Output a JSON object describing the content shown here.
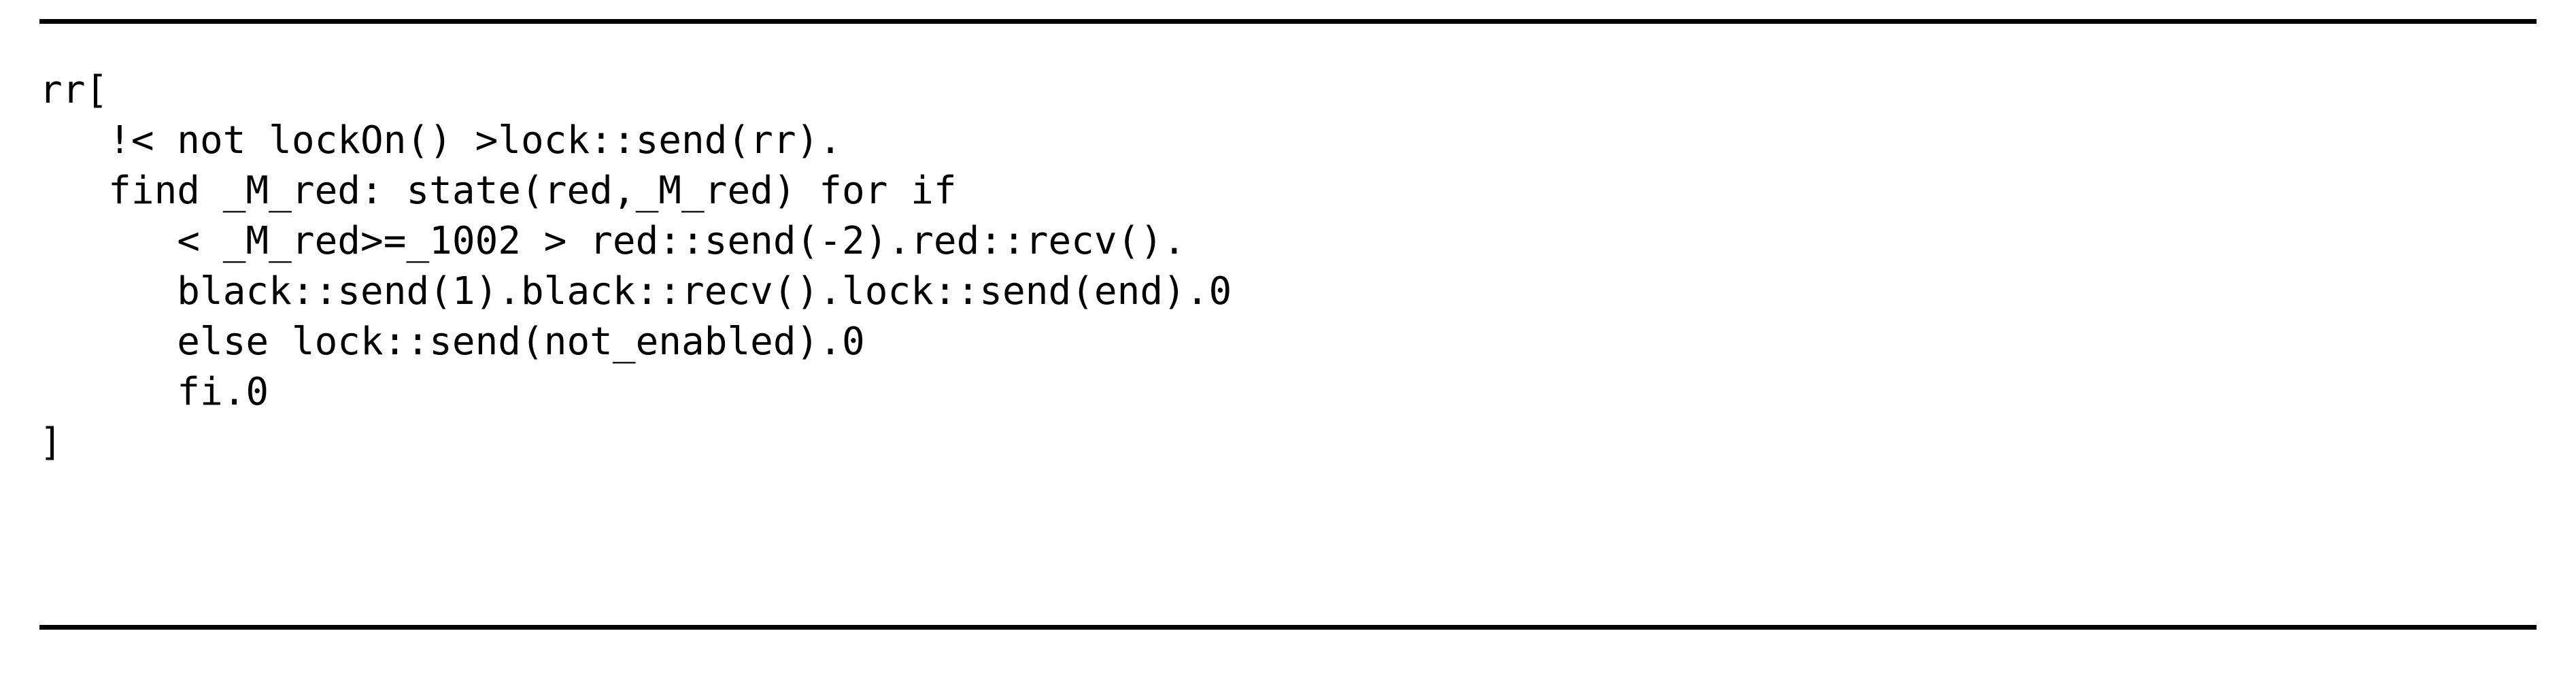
{
  "document": {
    "type": "code-listing",
    "language": "process-algebra",
    "background_color": "#ffffff",
    "text_color": "#000000",
    "rules": {
      "top_rule": true,
      "bottom_rule": true,
      "rule_color": "#000000"
    }
  },
  "listing": {
    "lines": [
      {
        "indent": 0,
        "text": "rr["
      },
      {
        "indent": 3,
        "text": "!< not lockOn() >lock::send(rr)."
      },
      {
        "indent": 3,
        "text": "find _M_red: state(red,_M_red) for if"
      },
      {
        "indent": 6,
        "text": "< _M_red>=_1002 > red::send(-2).red::recv()."
      },
      {
        "indent": 6,
        "text": "black::send(1).black::recv().lock::send(end).0"
      },
      {
        "indent": 6,
        "text": "else lock::send(not_enabled).0"
      },
      {
        "indent": 6,
        "text": "fi.0"
      },
      {
        "indent": 0,
        "text": "]"
      }
    ],
    "line_count": 8
  }
}
